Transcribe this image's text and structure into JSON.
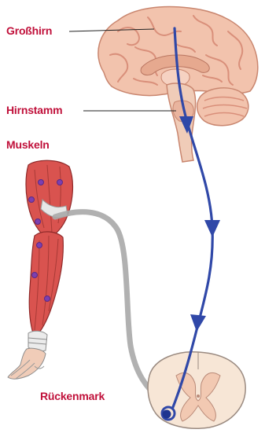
{
  "labels": {
    "cerebrum": "Großhirn",
    "brainstem": "Hirnstamm",
    "muscles": "Muskeln",
    "spinal_cord": "Rückenmark"
  },
  "colors": {
    "label_text": "#c0103a",
    "motor_pathway": "#3048a8",
    "peripheral_nerve": "#a8a8a8",
    "brain_tissue": "#f2c3ad",
    "brain_gyri": "#d98f7a",
    "muscle": "#d9534f",
    "motor_point": "#7d3fb0",
    "spinal_cord_tissue": "#f7e6d6"
  },
  "icons": {
    "brain": "brain-sagittal-illustration",
    "arm": "arm-musculature-illustration",
    "spinal_cord": "spinal-cord-cross-section-illustration"
  }
}
